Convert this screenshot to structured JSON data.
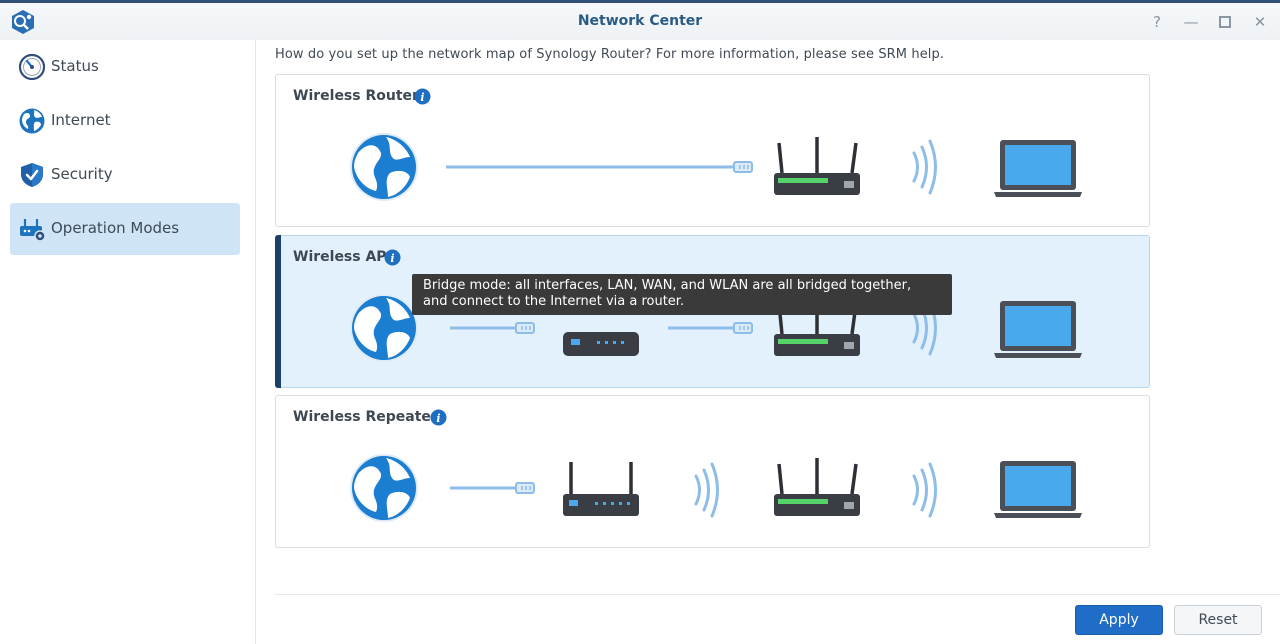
{
  "window": {
    "title": "Network Center",
    "controls": [
      "help-icon",
      "minimize-icon",
      "maximize-icon",
      "close-icon"
    ]
  },
  "sidebar": {
    "items": [
      {
        "label": "Status",
        "icon": "gauge-icon",
        "active": false
      },
      {
        "label": "Internet",
        "icon": "globe-icon",
        "active": false
      },
      {
        "label": "Security",
        "icon": "shield-icon",
        "active": false
      },
      {
        "label": "Operation Modes",
        "icon": "router-gear-icon",
        "active": true
      }
    ]
  },
  "main": {
    "intro": "How do you set up the network map of Synology Router? For more information, please see SRM help.",
    "modes": [
      {
        "title": "Wireless Router",
        "selected": false
      },
      {
        "title": "Wireless AP",
        "selected": true
      },
      {
        "title": "Wireless Repeater",
        "selected": false
      }
    ],
    "tooltip": {
      "line1": "Bridge mode: all interfaces, LAN, WAN, and WLAN are all bridged together,",
      "line2": "and connect to the Internet via a router."
    }
  },
  "footer": {
    "apply_label": "Apply",
    "reset_label": "Reset"
  },
  "colors": {
    "accent": "#1f6dc6",
    "selected_bg": "#e3f1fc",
    "selected_bar": "#1f3f6b",
    "title": "#2b5b84"
  }
}
